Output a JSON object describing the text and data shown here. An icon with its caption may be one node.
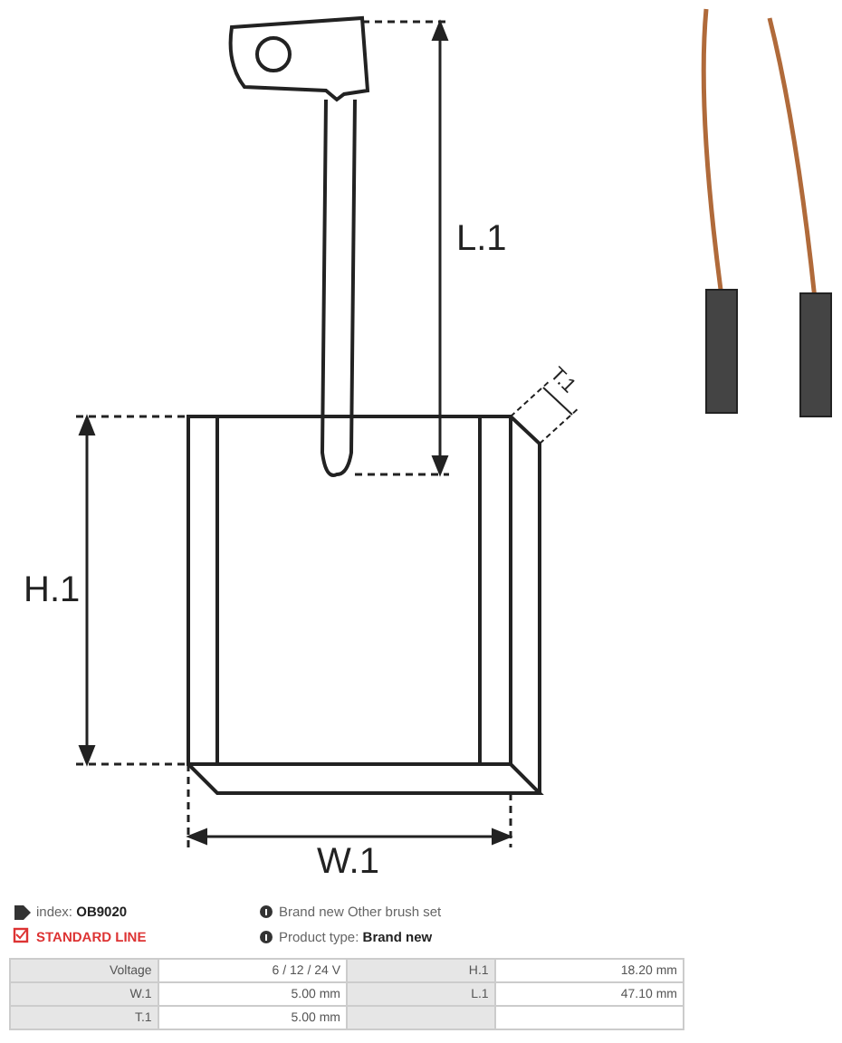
{
  "diagram": {
    "labels": [
      "L.1",
      "T.1",
      "H.1",
      "W.1",
      "index: **OB9020**",
      "Brand new Other brush set",
      "STANDARD LINE",
      "Product type: **Brand new**",
      "Voltage",
      "6 / 12 / 24 V",
      "H.1",
      "18.20 mm",
      "W.1",
      "5.00 mm",
      "L.1",
      "47.10 mm",
      "T.1",
      "5.00 mm"
    ]
  }
}
